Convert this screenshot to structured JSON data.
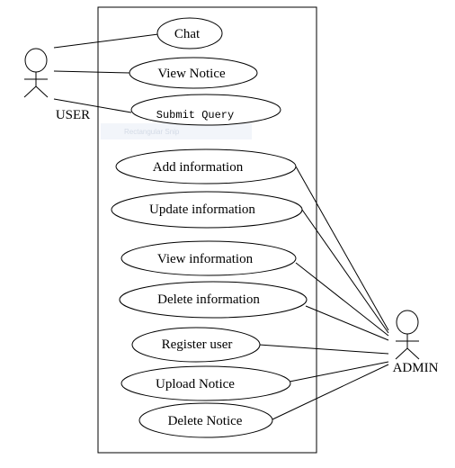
{
  "actors": {
    "user": {
      "label": "USER"
    },
    "admin": {
      "label": "ADMIN"
    }
  },
  "use_cases": {
    "chat": "Chat",
    "view_notice": "View Notice",
    "submit_query": "Submit Query",
    "add_information": "Add information",
    "update_information": "Update information",
    "view_information": "View information",
    "delete_information": "Delete information",
    "register_user": "Register user",
    "upload_notice": "Upload Notice",
    "delete_notice": "Delete Notice"
  },
  "ghost_text": "Rectangular Snip",
  "colors": {
    "stroke": "#000000",
    "background": "#ffffff",
    "ghost_band": "#f2f5fa"
  }
}
